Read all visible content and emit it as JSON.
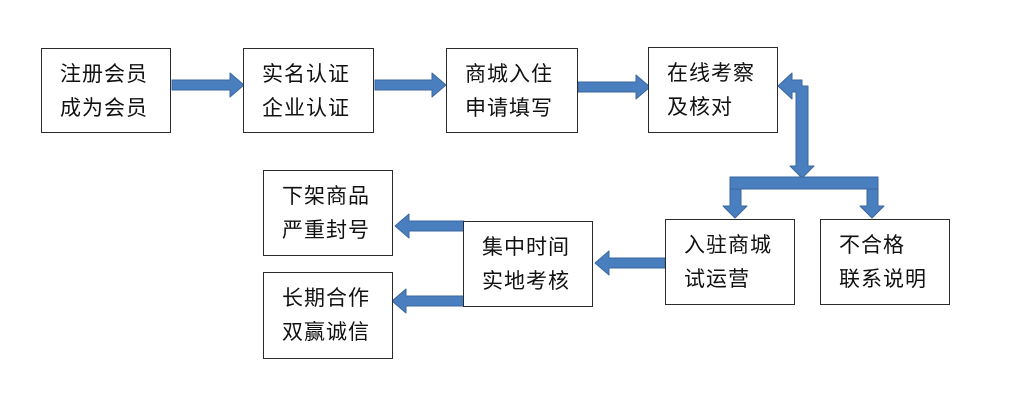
{
  "colors": {
    "arrow_fill": "#4a7fbf",
    "arrow_stroke": "#3a679f",
    "box_border": "#2b2b2b",
    "text": "#111111"
  },
  "steps": {
    "register": {
      "line1": "注册会员",
      "line2": "成为会员"
    },
    "verify": {
      "line1": "实名认证",
      "line2": "企业认证"
    },
    "apply": {
      "line1": "商城入住",
      "line2": "申请填写"
    },
    "review": {
      "line1": "在线考察",
      "line2": "及核对"
    },
    "trial": {
      "line1": "入驻商城",
      "line2": "试运营"
    },
    "reject": {
      "line1": "不合格",
      "line2": "联系说明"
    },
    "inspect": {
      "line1": "集中时间",
      "line2": "实地考核"
    },
    "ban": {
      "line1": "下架商品",
      "line2": "严重封号"
    },
    "partner": {
      "line1": "长期合作",
      "line2": "双赢诚信"
    }
  }
}
